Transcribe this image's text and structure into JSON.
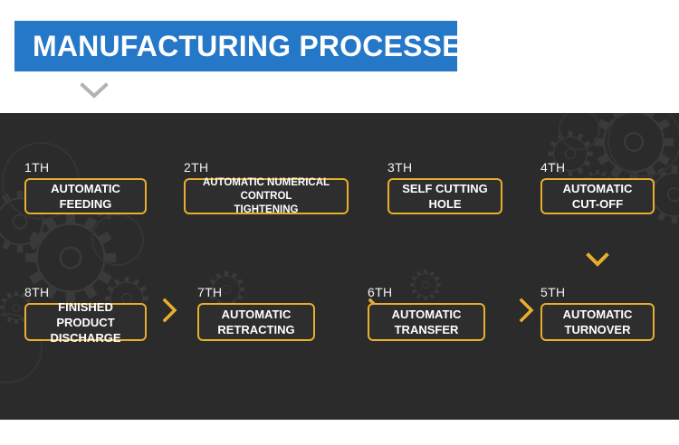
{
  "header": {
    "title": "MANUFACTURING PROCESSES",
    "title_bg_color": "#2577c8",
    "title_text_color": "#ffffff",
    "chevron_icon": "chevron-down-icon",
    "chevron_color": "#b3b3b3"
  },
  "panel": {
    "background_color": "#2b2b2b",
    "accent_color": "#e8ae2e",
    "decor": "gear-outlines-watermark"
  },
  "steps": [
    {
      "index": "1TH",
      "label": "AUTOMATIC FEEDING"
    },
    {
      "index": "2TH",
      "label": "AUTOMATIC NUMERICAL CONTROL TIGHTENING"
    },
    {
      "index": "3TH",
      "label": "SELF CUTTING HOLE"
    },
    {
      "index": "4TH",
      "label": "AUTOMATIC CUT-OFF"
    },
    {
      "index": "5TH",
      "label": "AUTOMATIC TURNOVER"
    },
    {
      "index": "6TH",
      "label": "AUTOMATIC TRANSFER"
    },
    {
      "index": "7TH",
      "label": "AUTOMATIC RETRACTING"
    },
    {
      "index": "8TH",
      "label": "FINISHED PRODUCT DISCHARGE"
    }
  ],
  "step_lines": {
    "s1": [
      "AUTOMATIC FEEDING"
    ],
    "s2": [
      "AUTOMATIC NUMERICAL CONTROL",
      "TIGHTENING"
    ],
    "s3": [
      "SELF CUTTING HOLE"
    ],
    "s4": [
      "AUTOMATIC",
      "CUT-OFF"
    ],
    "s5": [
      "AUTOMATIC",
      "TURNOVER"
    ],
    "s6": [
      "AUTOMATIC",
      "TRANSFER"
    ],
    "s7": [
      "AUTOMATIC",
      "RETRACTING"
    ],
    "s8": [
      "FINISHED PRODUCT",
      "DISCHARGE"
    ]
  },
  "arrows": {
    "right_icon": "chevron-right-icon",
    "left_icon": "chevron-left-icon",
    "down_icon": "chevron-down-icon",
    "color": "#e8ae2e"
  }
}
